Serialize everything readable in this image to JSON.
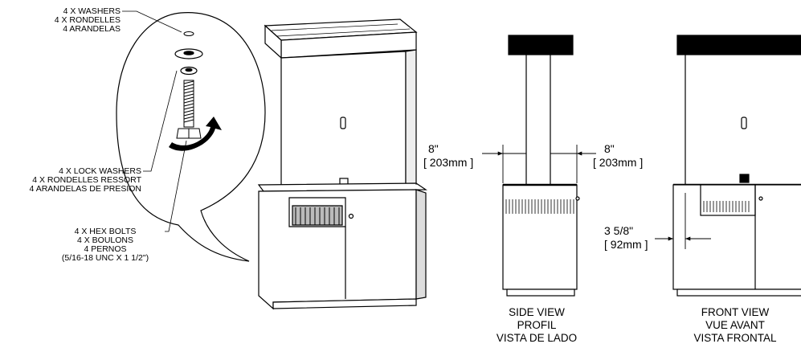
{
  "callouts": {
    "washers": [
      "4 X WASHERS",
      "4 X RONDELLES",
      "4 ARANDELAS"
    ],
    "lock_washers": [
      "4 X LOCK WASHERS",
      "4 X RONDELLES RESSORT",
      "4 ARANDELAS DE PRESION"
    ],
    "hex_bolts": [
      "4 X HEX BOLTS",
      "4 X BOULONS",
      "4 PERNOS",
      "(5/16-18 UNC X 1 1/2\")"
    ]
  },
  "dimensions": {
    "left_inch": "8\"",
    "left_mm": "[ 203mm ]",
    "side_inch": "8\"",
    "side_mm": "[ 203mm ]",
    "front_inch": "3 5/8\"",
    "front_mm": "[ 92mm ]"
  },
  "views": {
    "side": [
      "SIDE VIEW",
      "PROFIL",
      "VISTA DE LADO"
    ],
    "front": [
      "FRONT VIEW",
      "VUE AVANT",
      "VISTA FRONTAL"
    ]
  }
}
